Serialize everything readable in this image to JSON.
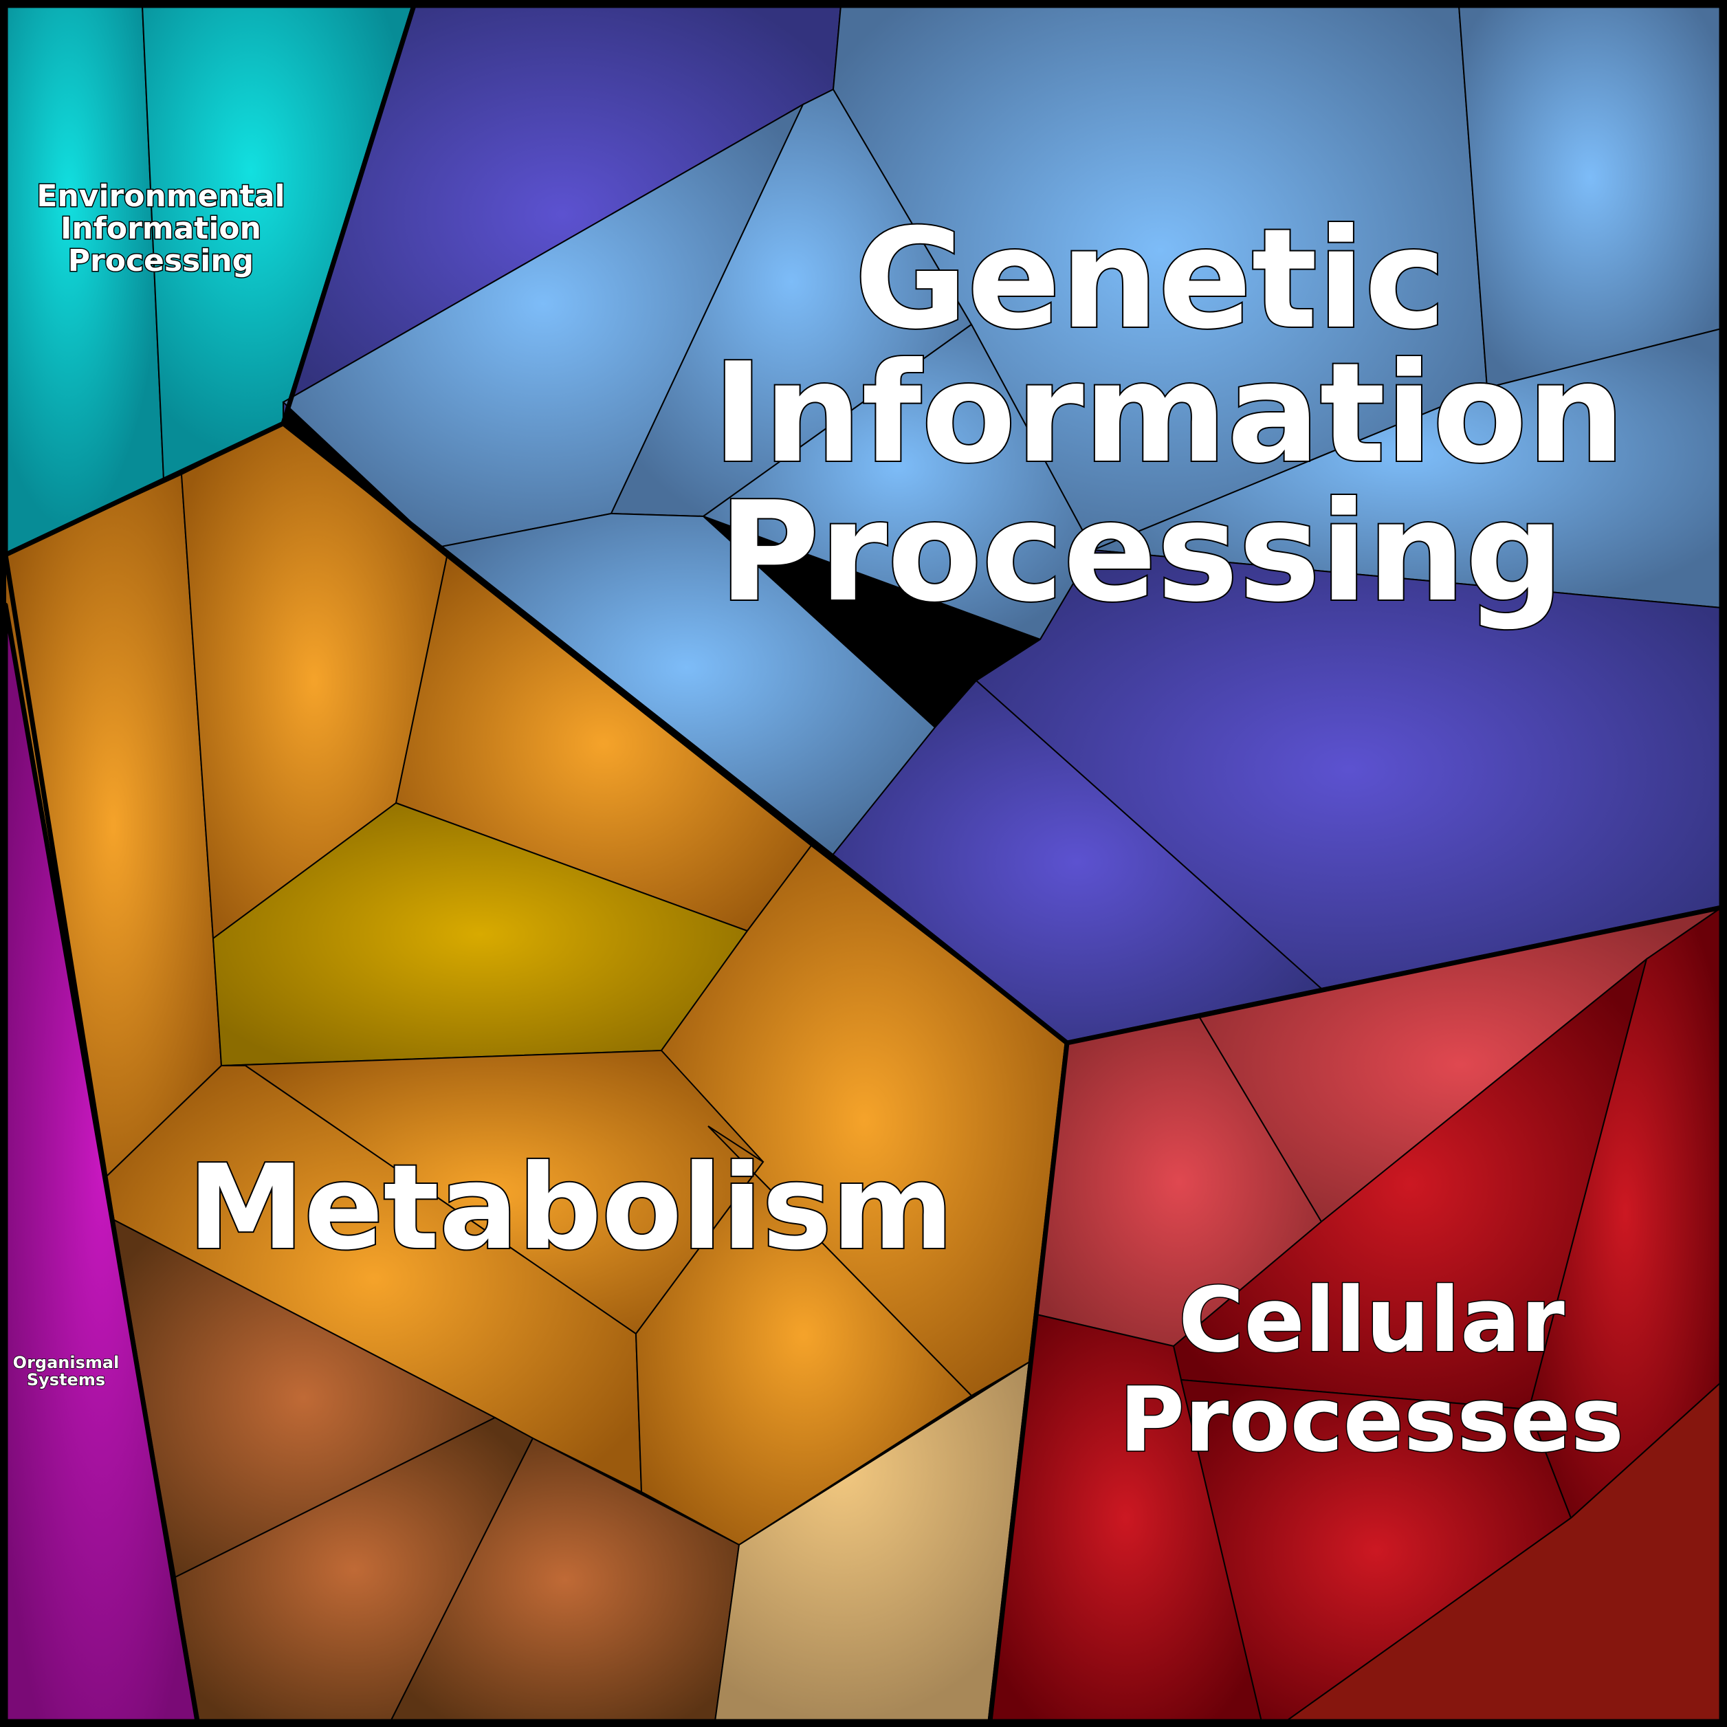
{
  "title": "",
  "categories": [
    {
      "id": "genetic",
      "label_lines": [
        "Genetic",
        "Information",
        "Processing"
      ],
      "colors": [
        "#6cb0f0",
        "#5a8fc0",
        "#4a4ab0",
        "#3d3d9a",
        "#5e7aa8"
      ]
    },
    {
      "id": "environmental",
      "label_lines": [
        "Environmental",
        "Information",
        "Processing"
      ],
      "colors": [
        "#13c8c8",
        "#0aa6a6",
        "#4c56b8"
      ]
    },
    {
      "id": "metabolism",
      "label_lines": [
        "Metabolism"
      ],
      "colors": [
        "#d99a1e",
        "#c68a14",
        "#b07014",
        "#a86010",
        "#7a4418",
        "#c9a870"
      ]
    },
    {
      "id": "cellular",
      "label_lines": [
        "Cellular",
        "Processes"
      ],
      "colors": [
        "#c41a22",
        "#a8121c",
        "#8c0c14",
        "#c03a44",
        "#901010"
      ]
    },
    {
      "id": "organismal",
      "label_lines": [
        "Organismal",
        "Systems"
      ],
      "colors": [
        "#a8139e"
      ]
    }
  ]
}
